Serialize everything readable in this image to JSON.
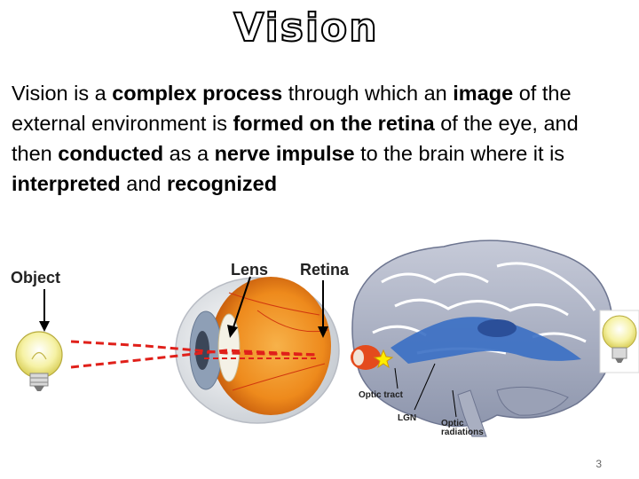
{
  "slide": {
    "title": "Vision",
    "body": [
      {
        "t": "Vision is a ",
        "b": false
      },
      {
        "t": "complex process",
        "b": true
      },
      {
        "t": " through which an ",
        "b": false
      },
      {
        "t": "image",
        "b": true
      },
      {
        "t": " of the external environment is ",
        "b": false
      },
      {
        "t": "formed on the retina",
        "b": true
      },
      {
        "t": " of the eye, and then ",
        "b": false
      },
      {
        "t": "conducted",
        "b": true
      },
      {
        "t": " as a ",
        "b": false
      },
      {
        "t": "nerve impulse",
        "b": true
      },
      {
        "t": " to the brain where it is ",
        "b": false
      },
      {
        "t": "interpreted",
        "b": true
      },
      {
        "t": " and ",
        "b": false
      },
      {
        "t": "recognized",
        "b": true
      }
    ],
    "page_number": "3"
  },
  "figure": {
    "labels": {
      "object": "Object",
      "lens": "Lens",
      "retina": "Retina",
      "optic_tract": "Optic tract",
      "lgn": "LGN",
      "optic_radiations_1": "Optic",
      "optic_radiations_2": "radiations"
    },
    "colors": {
      "ray": "#e0201a",
      "eyeball": "#f08a1c",
      "brain": "#9aa2b8",
      "pathway": "#3a6fc4",
      "bulb": "#f2ee9a"
    }
  }
}
